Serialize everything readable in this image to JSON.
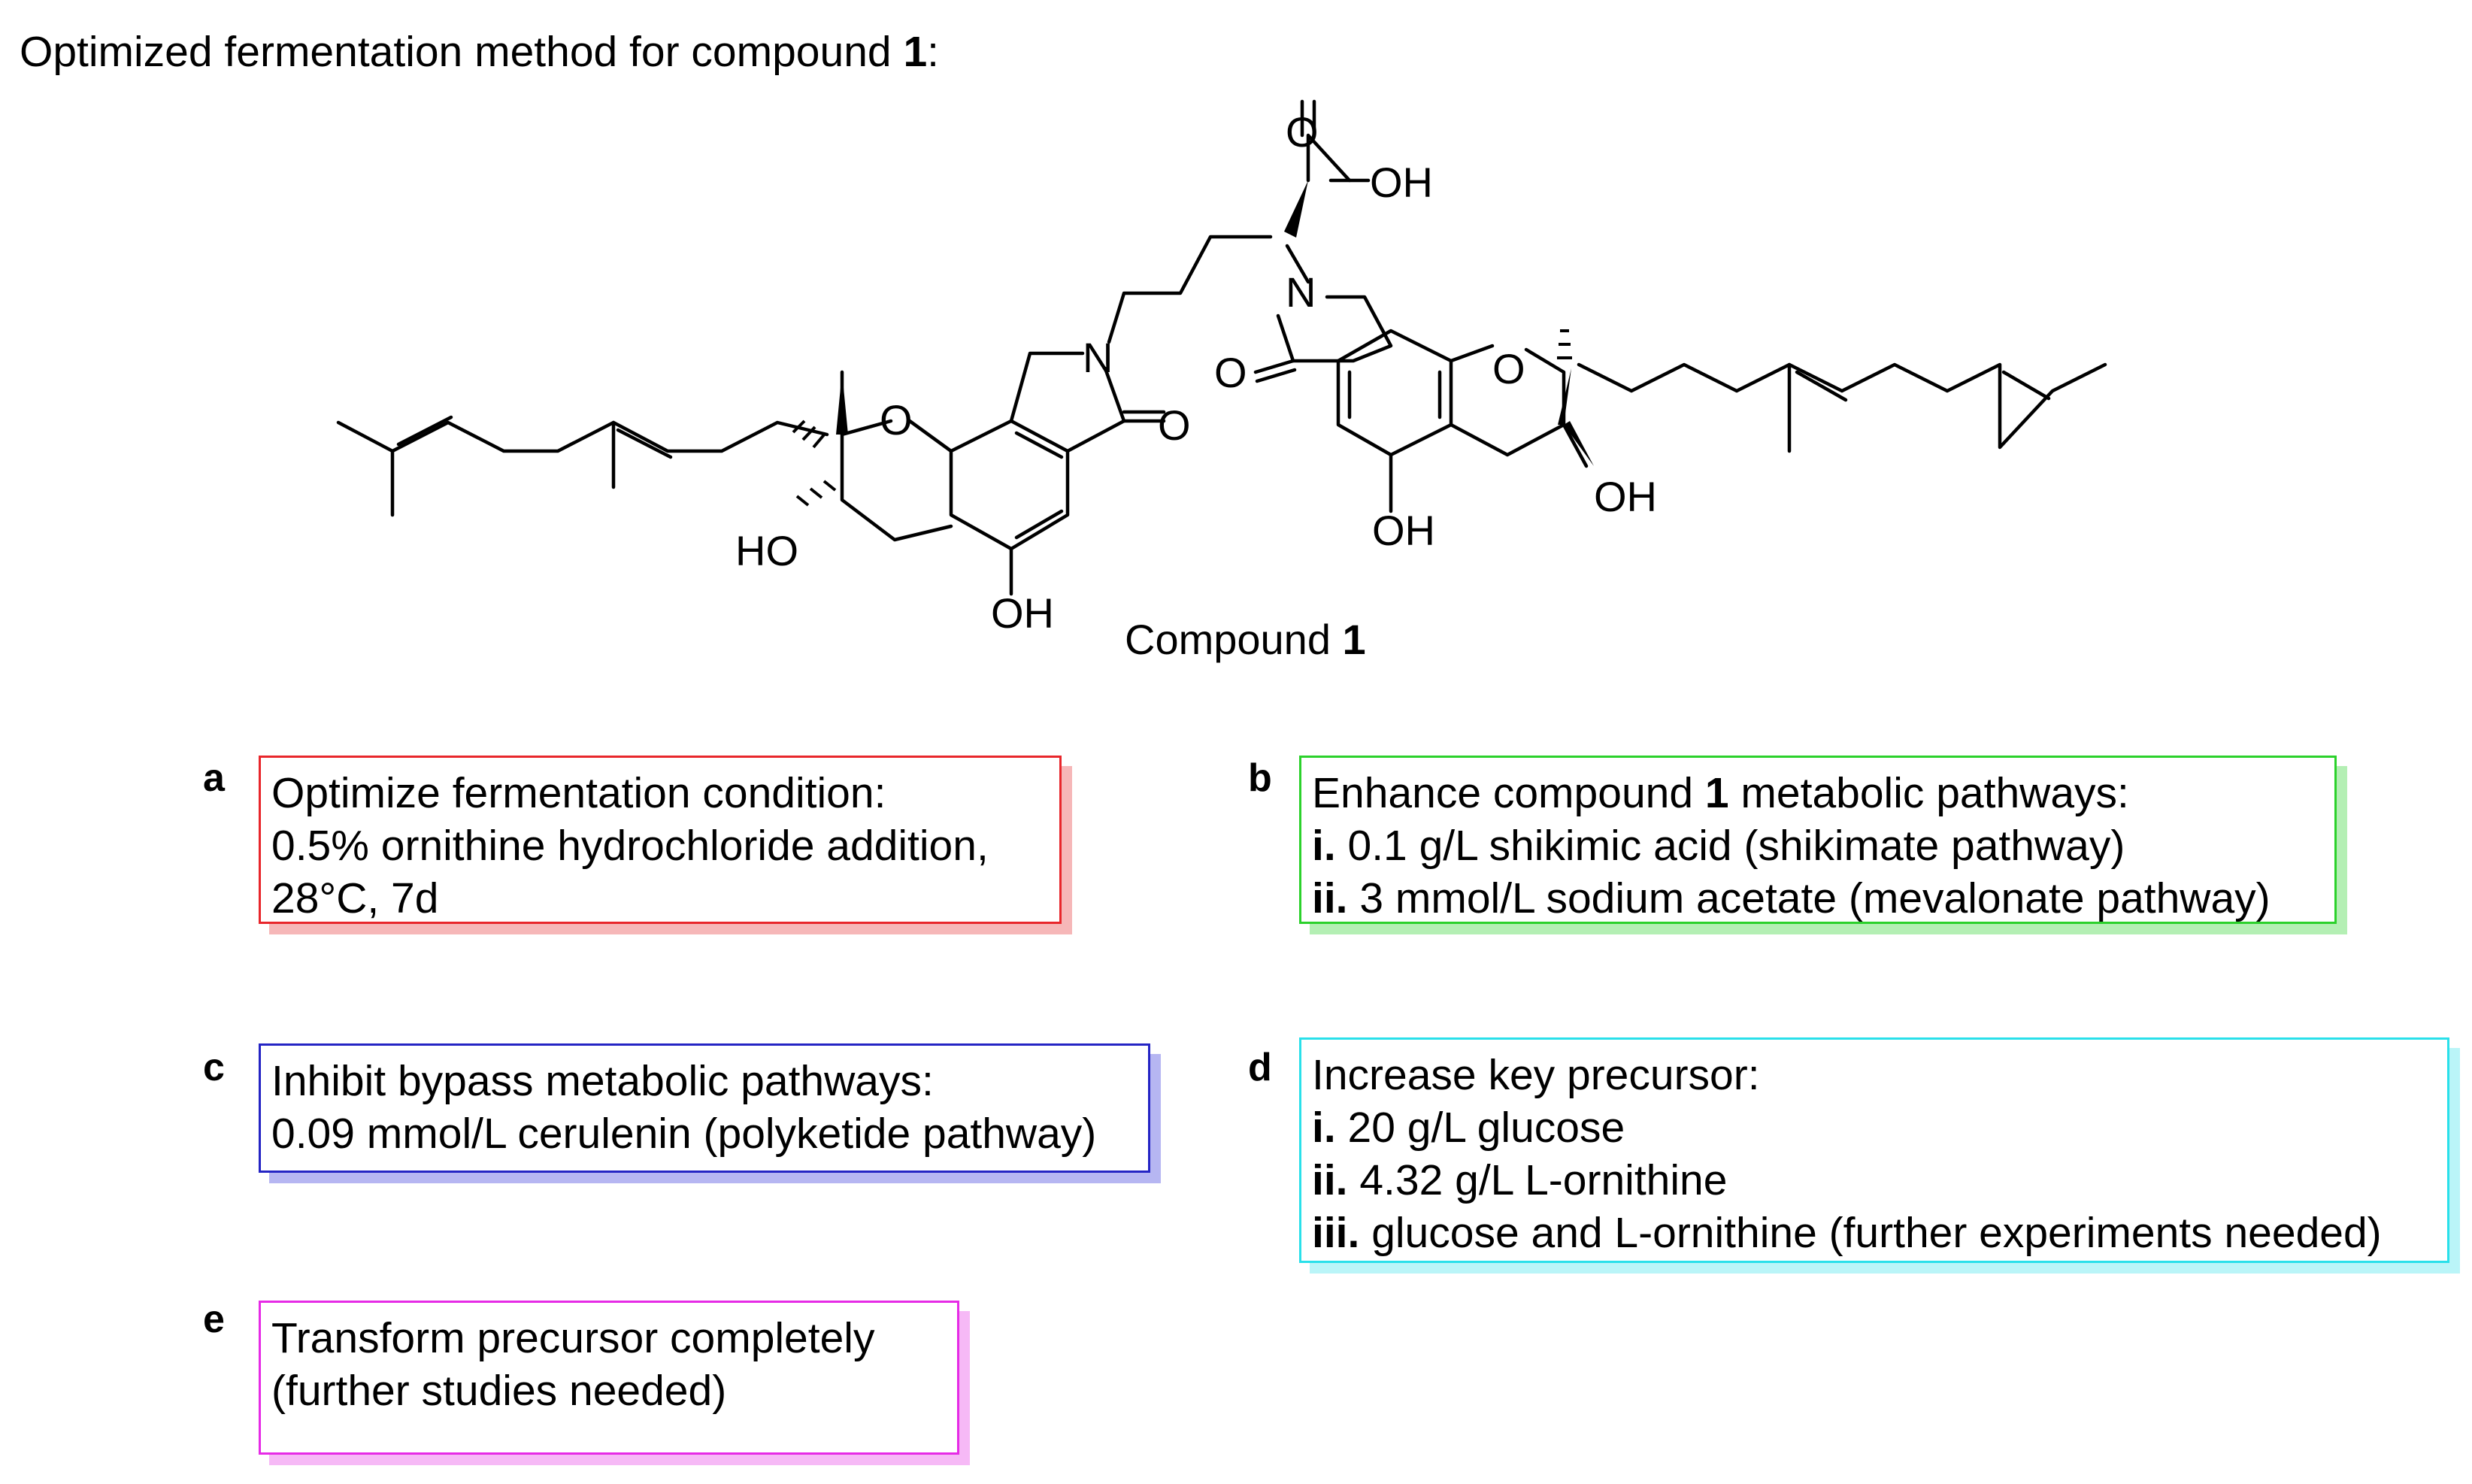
{
  "title": {
    "text": "Optimized fermentation method for compound ",
    "num": "1",
    "suffix": ":"
  },
  "molecule": {
    "caption_text": "Compound ",
    "caption_num": "1",
    "atoms": {
      "O_carboxyl": "O",
      "OH_carboxyl": "OH",
      "N_left": "N",
      "N_right": "N",
      "O_ketone_left": "O",
      "O_ketone_right": "O",
      "O_ring_left": "O",
      "O_ring_right": "O",
      "HO_left": "HO",
      "OH_phenol_left": "OH",
      "OH_phenol_right": "OH",
      "OH_right": "OH"
    }
  },
  "panels": {
    "a": {
      "letter": "a",
      "color": "#e8262b",
      "shadow": "#f6b7b8",
      "lines": [
        "Optimize fermentation condition:",
        "0.5% ornithine hydrochloride addition,",
        "28°C, 7d"
      ]
    },
    "b": {
      "letter": "b",
      "color": "#2bd12b",
      "shadow": "#b4efb4",
      "line1_pre": "Enhance compound ",
      "line1_num": "1",
      "line1_post": " metabolic pathways:",
      "items": [
        {
          "n": "i.",
          "t": " 0.1 g/L shikimic acid (shikimate pathway)"
        },
        {
          "n": "ii.",
          "t": " 3 mmol/L sodium acetate (mevalonate pathway)"
        }
      ]
    },
    "c": {
      "letter": "c",
      "color": "#2424c4",
      "shadow": "#b6b6f2",
      "lines": [
        "Inhibit bypass metabolic pathways:",
        "0.09 mmol/L cerulenin (polyketide pathway)"
      ]
    },
    "d": {
      "letter": "d",
      "color": "#29e0ea",
      "shadow": "#baf5f8",
      "heading": "Increase key precursor:",
      "items": [
        {
          "n": "i.",
          "t": " 20 g/L glucose"
        },
        {
          "n": "ii.",
          "t": " 4.32 g/L L-ornithine"
        },
        {
          "n": "iii.",
          "t": " glucose and L-ornithine (further experiments needed)"
        }
      ]
    },
    "e": {
      "letter": "e",
      "color": "#e62be6",
      "shadow": "#f6b9f6",
      "lines": [
        "Transform precursor completely",
        "(further studies needed)"
      ]
    }
  }
}
